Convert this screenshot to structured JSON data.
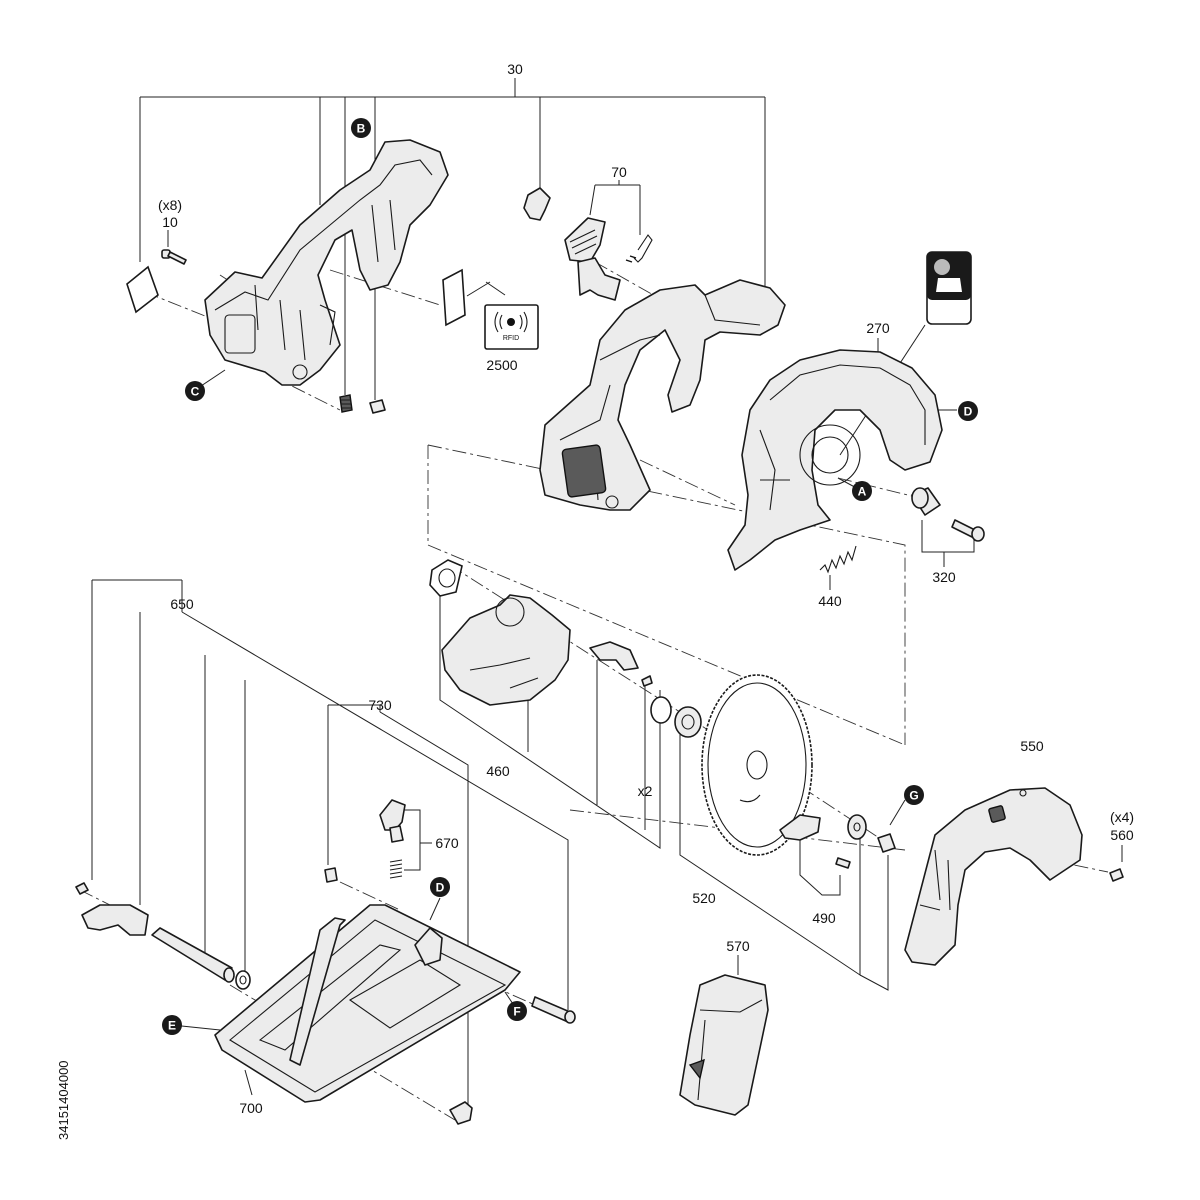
{
  "document_number": "34151404000",
  "labels": {
    "p30": "30",
    "p10_qty": "(x8)",
    "p10": "10",
    "p70": "70",
    "p2500": "2500",
    "rfid": "RFID",
    "p270": "270",
    "p320": "320",
    "p440": "440",
    "p650": "650",
    "p730": "730",
    "p670": "670",
    "p460": "460",
    "x2": "x2",
    "p520": "520",
    "p490": "490",
    "p550": "550",
    "p560_qty": "(x4)",
    "p560": "560",
    "p570": "570",
    "p700": "700"
  },
  "badges": {
    "A": "A",
    "B": "B",
    "C": "C",
    "D1": "D",
    "D2": "D",
    "E": "E",
    "F": "F",
    "G": "G"
  },
  "colors": {
    "ink": "#1a1a1a",
    "badge_fill": "#1a1a1a",
    "part_fill": "#ececec"
  }
}
